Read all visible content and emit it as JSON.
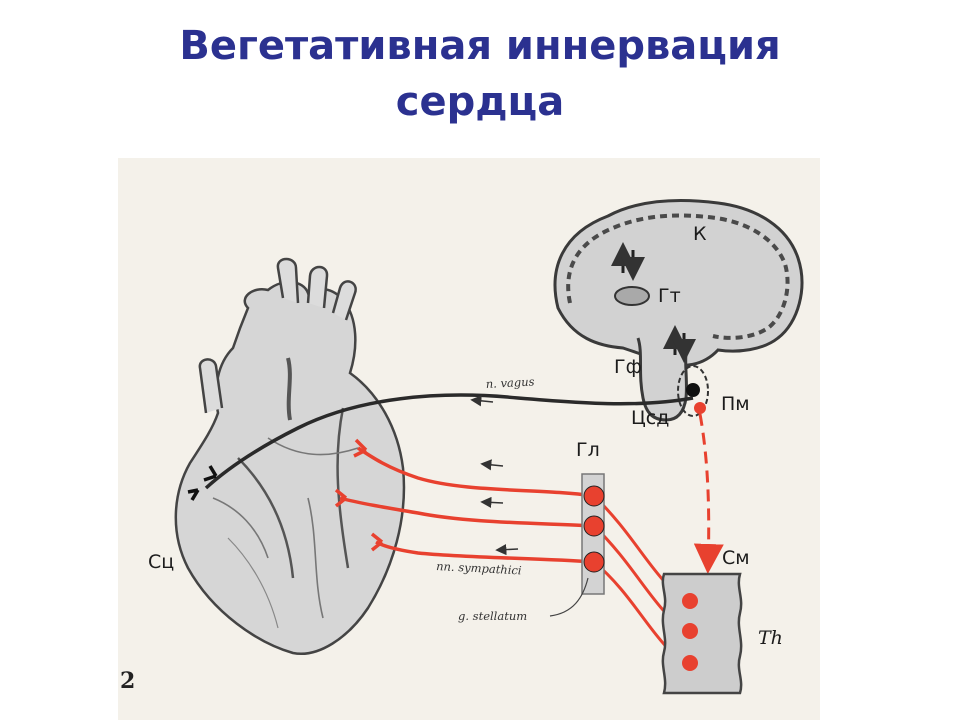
{
  "title": {
    "line1": "Вегетативная иннервация",
    "line2": "сердца"
  },
  "labels": {
    "cortex": "К",
    "hypothalamus": "Гт",
    "pituitary": "Гф",
    "medulla": "Пм",
    "cardiovascular_center": "Цсд",
    "ganglia": "Гл",
    "spinal_cord": "См",
    "thoracic": "Th",
    "heart": "Сц",
    "vagus": "n. vagus",
    "sympathetic": "nn. sympathici",
    "stellate": "g. stellatum",
    "page_number": "2"
  },
  "colors": {
    "title": "#2b3190",
    "sympathetic": "#e8412f",
    "parasympathetic": "#2a2a2a",
    "tissue": "#cfcfcf"
  }
}
